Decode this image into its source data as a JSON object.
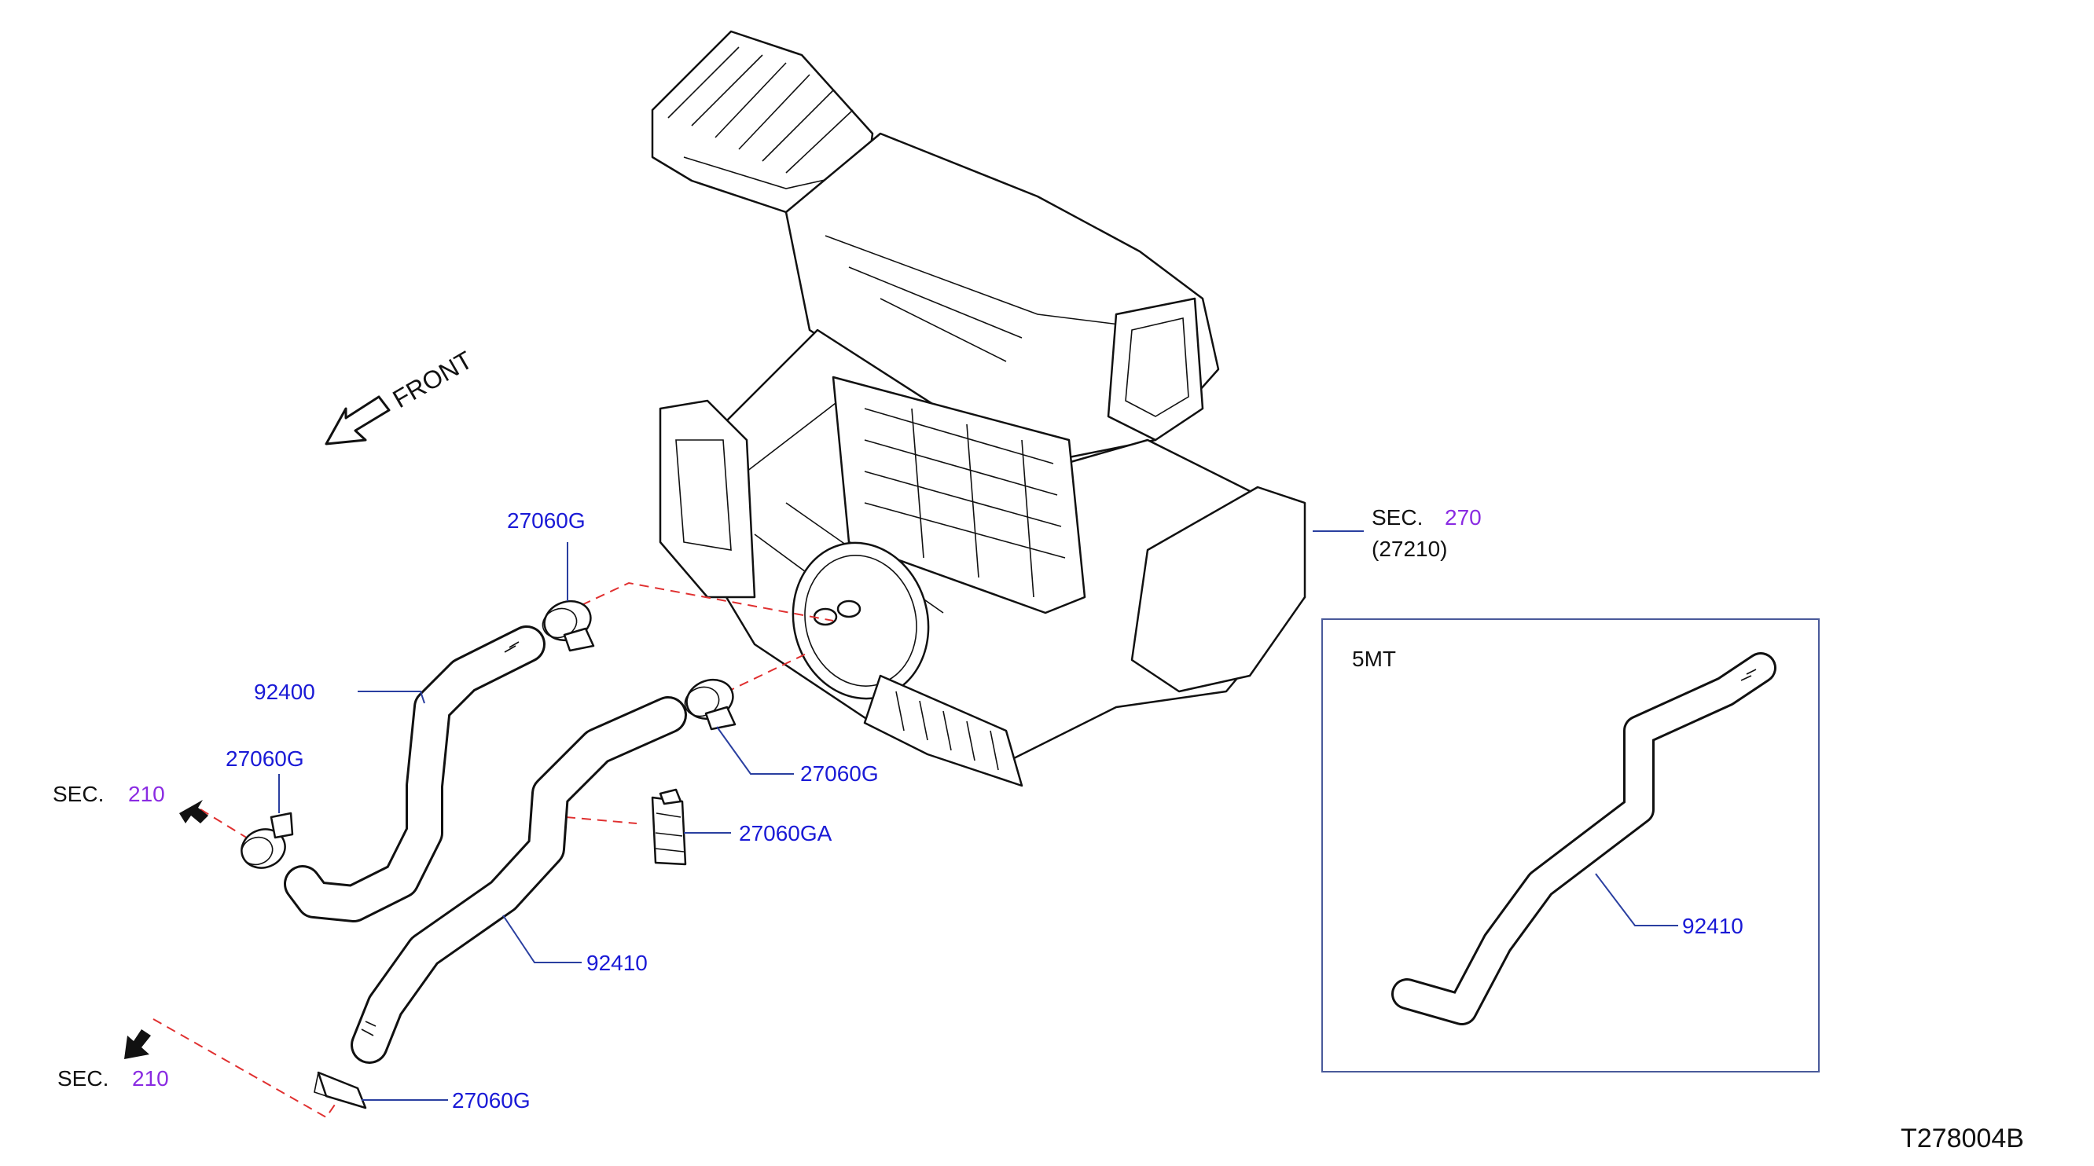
{
  "front_label": "FRONT",
  "sec_270": {
    "prefix": "SEC.",
    "number": "270",
    "sub": "(27210)"
  },
  "sec_210_upper": {
    "prefix": "SEC.",
    "number": "210"
  },
  "sec_210_lower": {
    "prefix": "SEC.",
    "number": "210"
  },
  "inset": {
    "title": "5MT",
    "part": "92410"
  },
  "parts": {
    "clamp_top": "27060G",
    "clamp_right": "27060G",
    "clamp_left": "27060G",
    "clamp_bottom": "27060G",
    "clamp_ga": "27060GA",
    "hose_inlet": "92400",
    "hose_outlet": "92410"
  },
  "diagram_code": "T278004B",
  "colors": {
    "part_number": "#1a1ad6",
    "section_number": "#8a2be2",
    "leader": "#2a3fa0",
    "dashed_line": "#e03030"
  }
}
